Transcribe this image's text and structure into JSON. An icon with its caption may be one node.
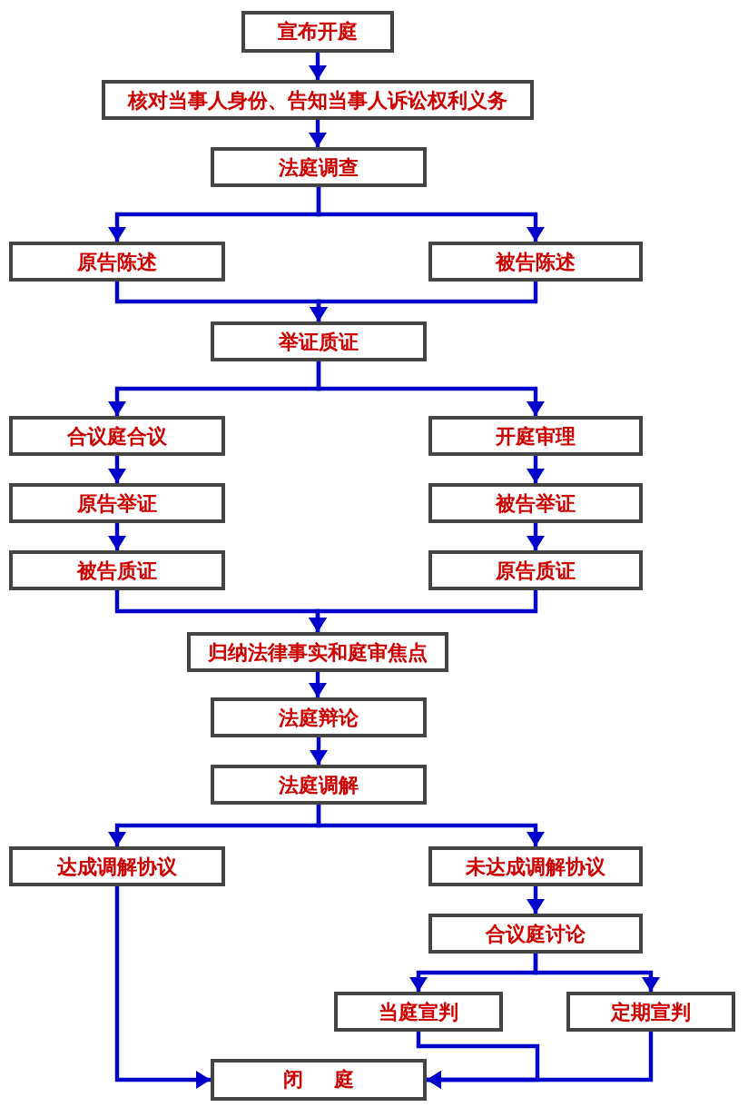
{
  "diagram": {
    "nodes": [
      {
        "text": [
          "宣布开庭"
        ]
      },
      {
        "text": [
          "核对当事人身份、告知当事人诉讼权利义务"
        ]
      },
      {
        "text": [
          "法庭调查"
        ]
      },
      {
        "text": [
          "原告陈述"
        ]
      },
      {
        "text": [
          "被告陈述"
        ]
      },
      {
        "text": [
          "举证质证"
        ]
      },
      {
        "text": [
          "合议庭合议"
        ]
      },
      {
        "text": [
          "原告举证"
        ]
      },
      {
        "text": [
          "被告质证"
        ]
      },
      {
        "text": [
          "开庭审理"
        ]
      },
      {
        "text": [
          "被告举证"
        ]
      },
      {
        "text": [
          "原告质证"
        ]
      },
      {
        "text": [
          "归纳法律事实和庭审焦点"
        ]
      },
      {
        "text": [
          "法庭辩论"
        ]
      },
      {
        "text": [
          "法庭调解"
        ]
      },
      {
        "text": [
          "达成调解协议"
        ]
      },
      {
        "text": [
          "未达成调解协议"
        ]
      },
      {
        "text": [
          "合议庭讨论"
        ]
      },
      {
        "text": [
          "当庭宣判"
        ]
      },
      {
        "text": [
          "定期宣判"
        ]
      },
      {
        "text": [
          "闭 庭"
        ]
      }
    ],
    "edges": [
      {
        "from": 0,
        "to": 1,
        "arrow": "to"
      },
      {
        "from": 1,
        "to": 2,
        "arrow": "to"
      },
      {
        "from": 2,
        "to": 3,
        "arrow": "to"
      },
      {
        "from": 2,
        "to": 4,
        "arrow": "to"
      },
      {
        "from": 3,
        "to": 5,
        "arrow": "to"
      },
      {
        "from": 4,
        "to": 5,
        "arrow": "to"
      },
      {
        "from": 5,
        "to": 6,
        "arrow": "to"
      },
      {
        "from": 5,
        "to": 9,
        "arrow": "to"
      },
      {
        "from": 6,
        "to": 7,
        "arrow": "to"
      },
      {
        "from": 7,
        "to": 8,
        "arrow": "to"
      },
      {
        "from": 9,
        "to": 10,
        "arrow": "to"
      },
      {
        "from": 10,
        "to": 11,
        "arrow": "to"
      },
      {
        "from": 8,
        "to": 12,
        "arrow": "to"
      },
      {
        "from": 11,
        "to": 12,
        "arrow": "to"
      },
      {
        "from": 12,
        "to": 13,
        "arrow": "to"
      },
      {
        "from": 13,
        "to": 14,
        "arrow": "to"
      },
      {
        "from": 14,
        "to": 15,
        "arrow": "to"
      },
      {
        "from": 14,
        "to": 16,
        "arrow": "to"
      },
      {
        "from": 16,
        "to": 17,
        "arrow": "to"
      },
      {
        "from": 17,
        "to": 18,
        "arrow": "to"
      },
      {
        "from": 17,
        "to": 19,
        "arrow": "to"
      },
      {
        "from": 15,
        "to": 20,
        "arrow": "to"
      },
      {
        "from": 18,
        "to": 20,
        "arrow": "to"
      },
      {
        "from": 19,
        "to": 20,
        "arrow": "to"
      }
    ]
  }
}
